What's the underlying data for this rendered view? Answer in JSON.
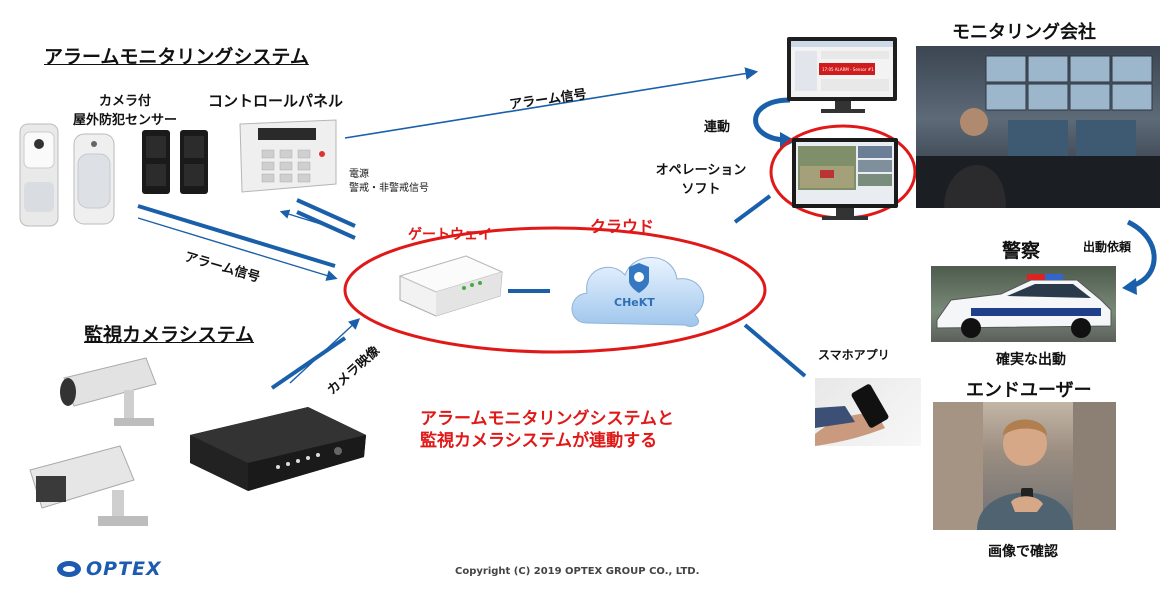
{
  "alarm_system": {
    "title": "アラームモニタリングシステム"
  },
  "camera_sensor": {
    "line1": "カメラ付",
    "line2": "屋外防犯センサー"
  },
  "control_panel": {
    "label": "コントロールパネル"
  },
  "power_signal": {
    "line1": "電源",
    "line2": "警戒・非警戒信号"
  },
  "alarm_signal_left": "アラーム信号",
  "alarm_signal_top": "アラーム信号",
  "camera_system": {
    "title": "監視カメラシステム"
  },
  "camera_video": "カメラ映像",
  "gateway": {
    "label": "ゲートウェイ"
  },
  "cloud": {
    "label": "クラウド",
    "logo_text": "CHeKT"
  },
  "message": {
    "line1": "アラームモニタリングシステムと",
    "line2": "監視カメラシステムが連動する"
  },
  "linkage": "連動",
  "operation_software": {
    "line1": "オペレーション",
    "line2": "ソフト"
  },
  "monitoring_company": {
    "title": "モニタリング会社"
  },
  "police": {
    "title": "警察",
    "dispatch_request": "出動依頼",
    "caption": "確実な出動"
  },
  "smartphone_app": "スマホアプリ",
  "end_user": {
    "title": "エンドユーザー",
    "caption": "画像で確認"
  },
  "monitor_screen": {
    "alert_text": "17:05 ALARM - Sensor #1"
  },
  "logo": {
    "text": "OPTEX"
  },
  "copyright": "Copyright (C) 2019 OPTEX GROUP CO., LTD.",
  "colors": {
    "accent_blue": "#1565b8",
    "alert_red": "#e01818"
  }
}
